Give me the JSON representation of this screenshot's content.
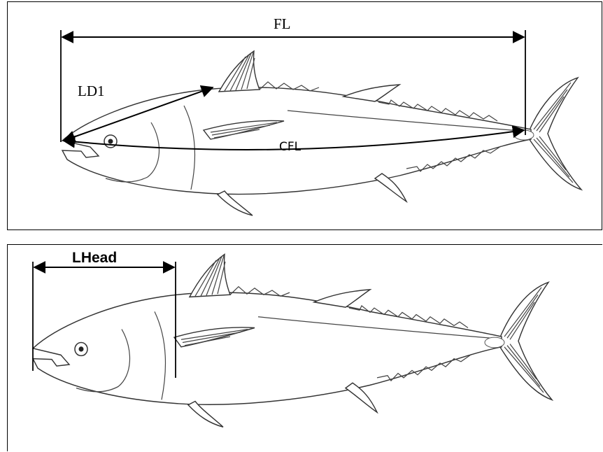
{
  "top_panel": {
    "labels": {
      "fork_length": "FL",
      "first_dorsal_length": "LD1",
      "curved_fork_length": "CFL"
    }
  },
  "bottom_panel": {
    "labels": {
      "head_length": "LHead"
    }
  },
  "colors": {
    "line": "#000000",
    "fish_outline": "#333333",
    "background": "#ffffff"
  }
}
